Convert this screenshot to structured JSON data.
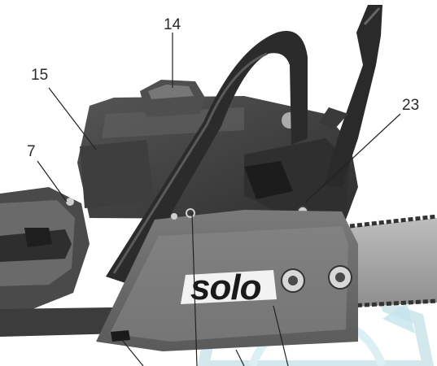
{
  "callouts": [
    {
      "id": "14",
      "label": "14"
    },
    {
      "id": "15",
      "label": "15"
    },
    {
      "id": "7",
      "label": "7"
    },
    {
      "id": "23",
      "label": "23"
    }
  ],
  "logo": {
    "text": "solo"
  },
  "colors": {
    "body_dark": "#3a3a3a",
    "body_mid": "#6e6e6e",
    "body_light": "#9a9a9a",
    "watermark": "#cfe6ec",
    "ink": "#222222"
  }
}
